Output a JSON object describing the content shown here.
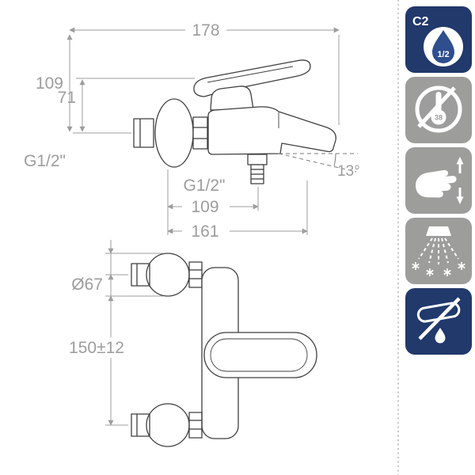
{
  "page": {
    "background": "#ffffff"
  },
  "colors": {
    "navy": "#21396b",
    "icon_gray": "#9d9d9c",
    "dimension_gray": "#9d9d9c",
    "line_dark": "#3f3f3e",
    "drop_blue": "#2e4e8e"
  },
  "drawing": {
    "side_view": {
      "dim_total_length": "178",
      "dim_total_height": "109",
      "dim_body_height": "71",
      "label_inlet_thread": "G1/2\"",
      "label_outlet_thread": "G1/2\"",
      "dim_spout_angle": "13°",
      "dim_outlet_depth": "109",
      "dim_spout_depth": "161"
    },
    "front_view": {
      "dim_flange_diameter": "Ø67",
      "dim_inlet_spacing": "150±12"
    }
  },
  "sidebar": {
    "icons": [
      {
        "id": "c2-cartridge",
        "bg": "#21396b",
        "label": "C2",
        "drop_label": "1/2",
        "drop_color": "#2e4e8e"
      },
      {
        "id": "temperature-limiter",
        "bg": "#9d9d9c",
        "label": "38"
      },
      {
        "id": "flow-adjustment-hand",
        "bg": "#9d9d9c"
      },
      {
        "id": "shower-spray-anticalc",
        "bg": "#9d9d9c"
      },
      {
        "id": "no-drip-spout",
        "bg": "#21396b"
      }
    ]
  }
}
